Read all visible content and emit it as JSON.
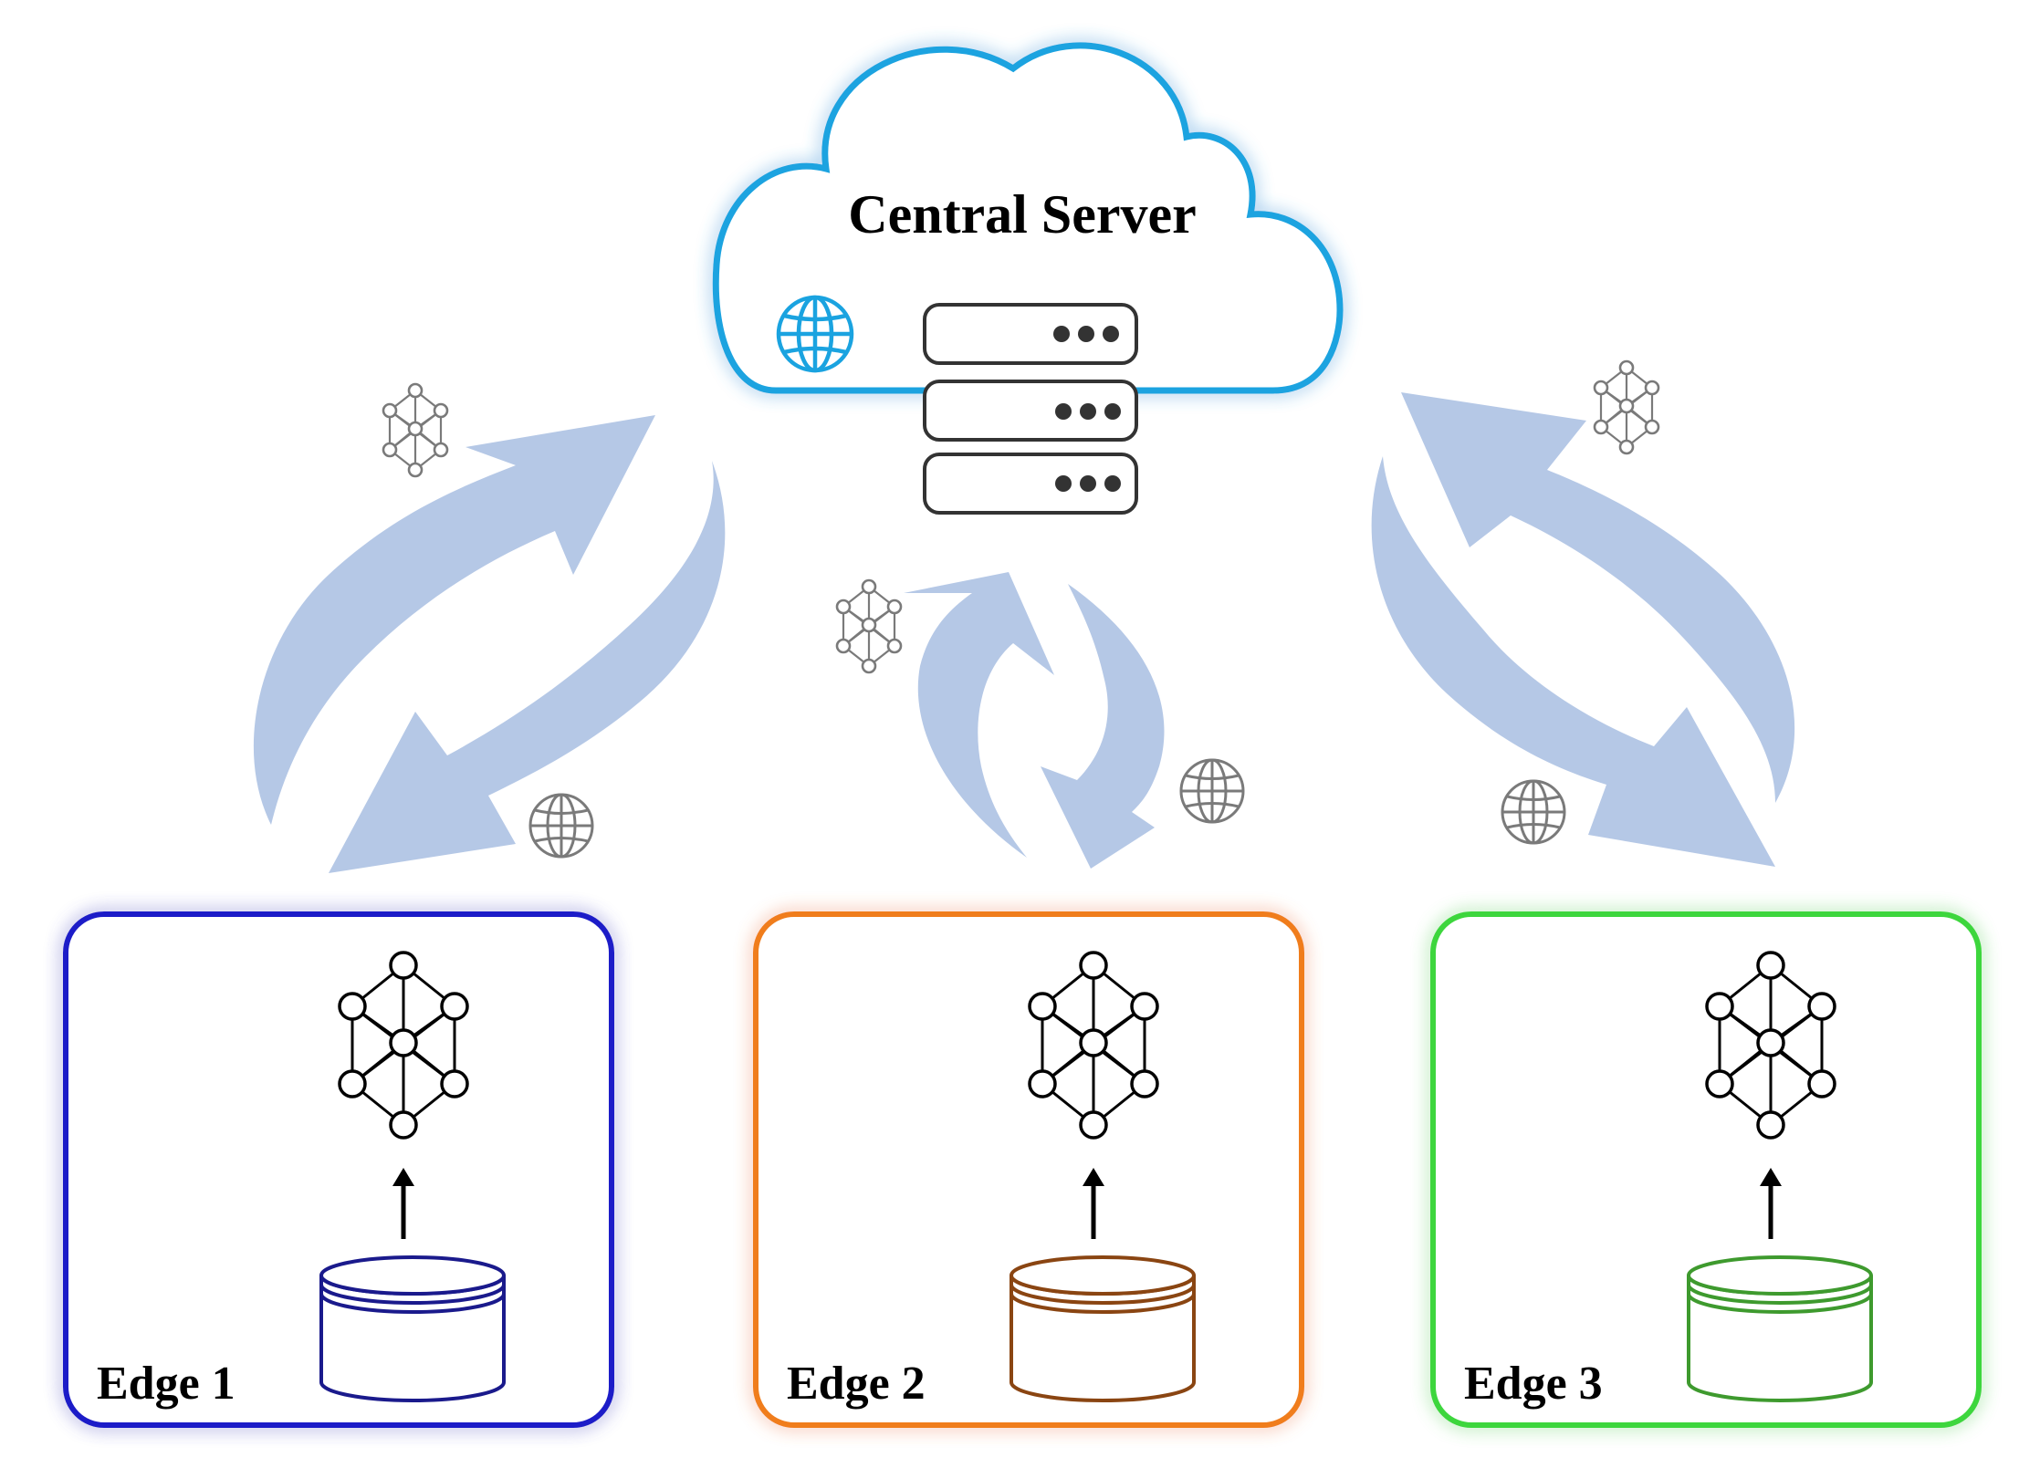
{
  "server": {
    "title": "Central Server",
    "cloud_color": "#1aa3e0",
    "globe_color": "#1aa3e0",
    "rack_units": 3
  },
  "arrow_color": "#b5c8e6",
  "edges": [
    {
      "label": "Edge 1",
      "color": "#1e1ec8",
      "db_color": "#1a1a8c"
    },
    {
      "label": "Edge 2",
      "color": "#f07d1e",
      "db_color": "#8a4512"
    },
    {
      "label": "Edge 3",
      "color": "#3ed63e",
      "db_color": "#3e9a2e"
    }
  ],
  "icons": {
    "model": "neural-network-icon",
    "data": "database-icon",
    "network": "globe-icon",
    "server": "server-rack-icon"
  }
}
